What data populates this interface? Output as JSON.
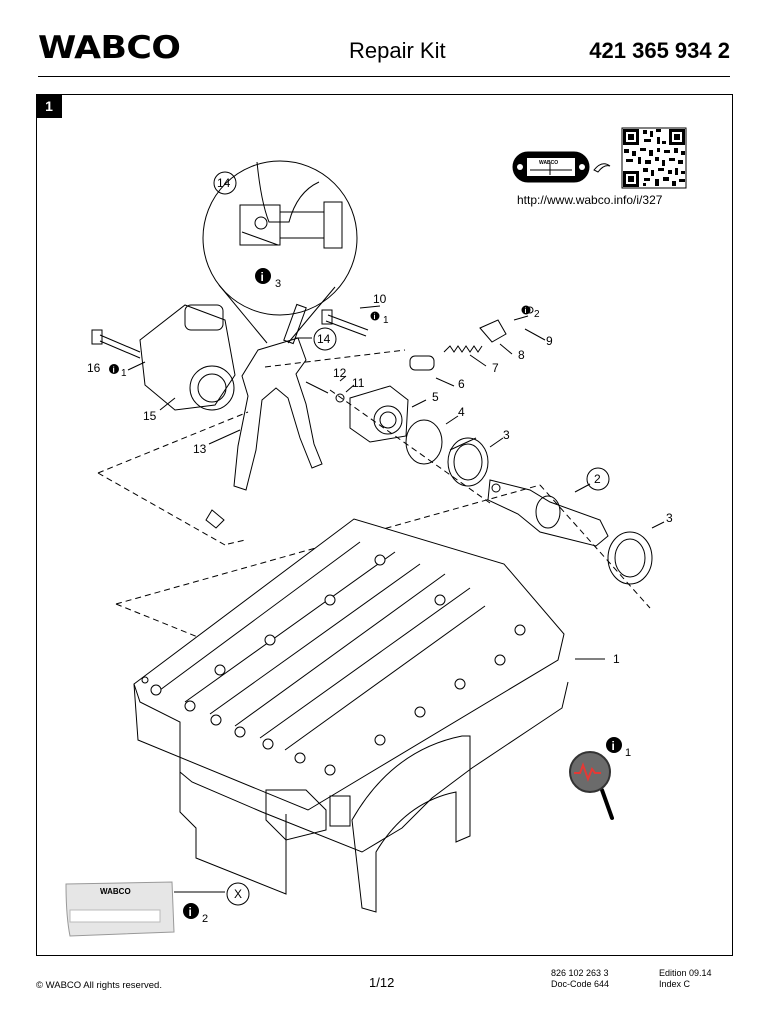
{
  "header": {
    "brand": "WABCO",
    "title": "Repair Kit",
    "part_number": "421 365 934 2"
  },
  "page_badge": "1",
  "qr": {
    "url": "http://www.wabco.info/i/327",
    "tag_text": "WABCO"
  },
  "callouts": {
    "c1": "1",
    "c2": "2",
    "c3a": "3",
    "c3b": "3",
    "c4": "4",
    "c5": "5",
    "c6": "6",
    "c7": "7",
    "c8": "8",
    "c9": "9",
    "c10": "10",
    "c11": "11",
    "c12": "12",
    "c13": "13",
    "c14a": "14",
    "c14b": "14",
    "c15": "15",
    "c16": "16",
    "cx": "X"
  },
  "info_notes": {
    "i3": "3",
    "i1_10": "1",
    "i2_9": "2",
    "i1_16": "1",
    "i1_main": "1",
    "i2_kit": "2"
  },
  "kit_packet": {
    "brand": "WABCO"
  },
  "colors": {
    "badge_bg": "#000000",
    "magnifier_circle": "#6b6b6b",
    "magnifier_pulse": "#e53935"
  },
  "footer": {
    "copyright": "© WABCO All rights reserved.",
    "page": "1/12",
    "doc_number": "826 102 263 3",
    "doc_code": "Doc-Code 644",
    "edition": "Edition 09.14",
    "index": "Index C"
  }
}
